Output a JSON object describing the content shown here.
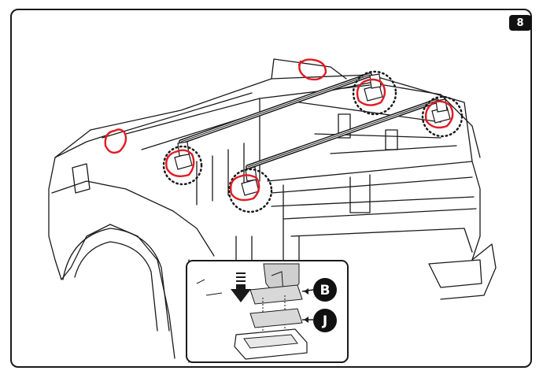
{
  "step": {
    "number": "8"
  },
  "callouts": [
    {
      "letter": "B",
      "color_bg": "#111111",
      "color_fg": "#ffffff"
    },
    {
      "letter": "J",
      "color_bg": "#111111",
      "color_fg": "#ffffff"
    }
  ],
  "colors": {
    "line": "#1a1a1a",
    "highlight": "#e01b24",
    "bar": "#2a2a2a",
    "inset_border": "#1a1a1a"
  },
  "icons": {
    "arrow": "down-arrow-icon"
  }
}
